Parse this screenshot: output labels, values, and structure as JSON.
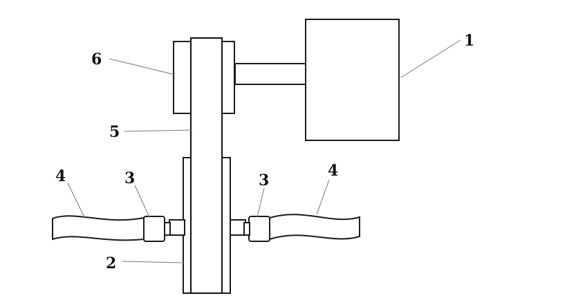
{
  "labels": {
    "motor": "1",
    "driven_pulley": "2",
    "coupling_left": "3",
    "coupling_right": "3",
    "shaft_left": "4",
    "shaft_right": "4",
    "belt": "5",
    "drive_pulley": "6"
  }
}
